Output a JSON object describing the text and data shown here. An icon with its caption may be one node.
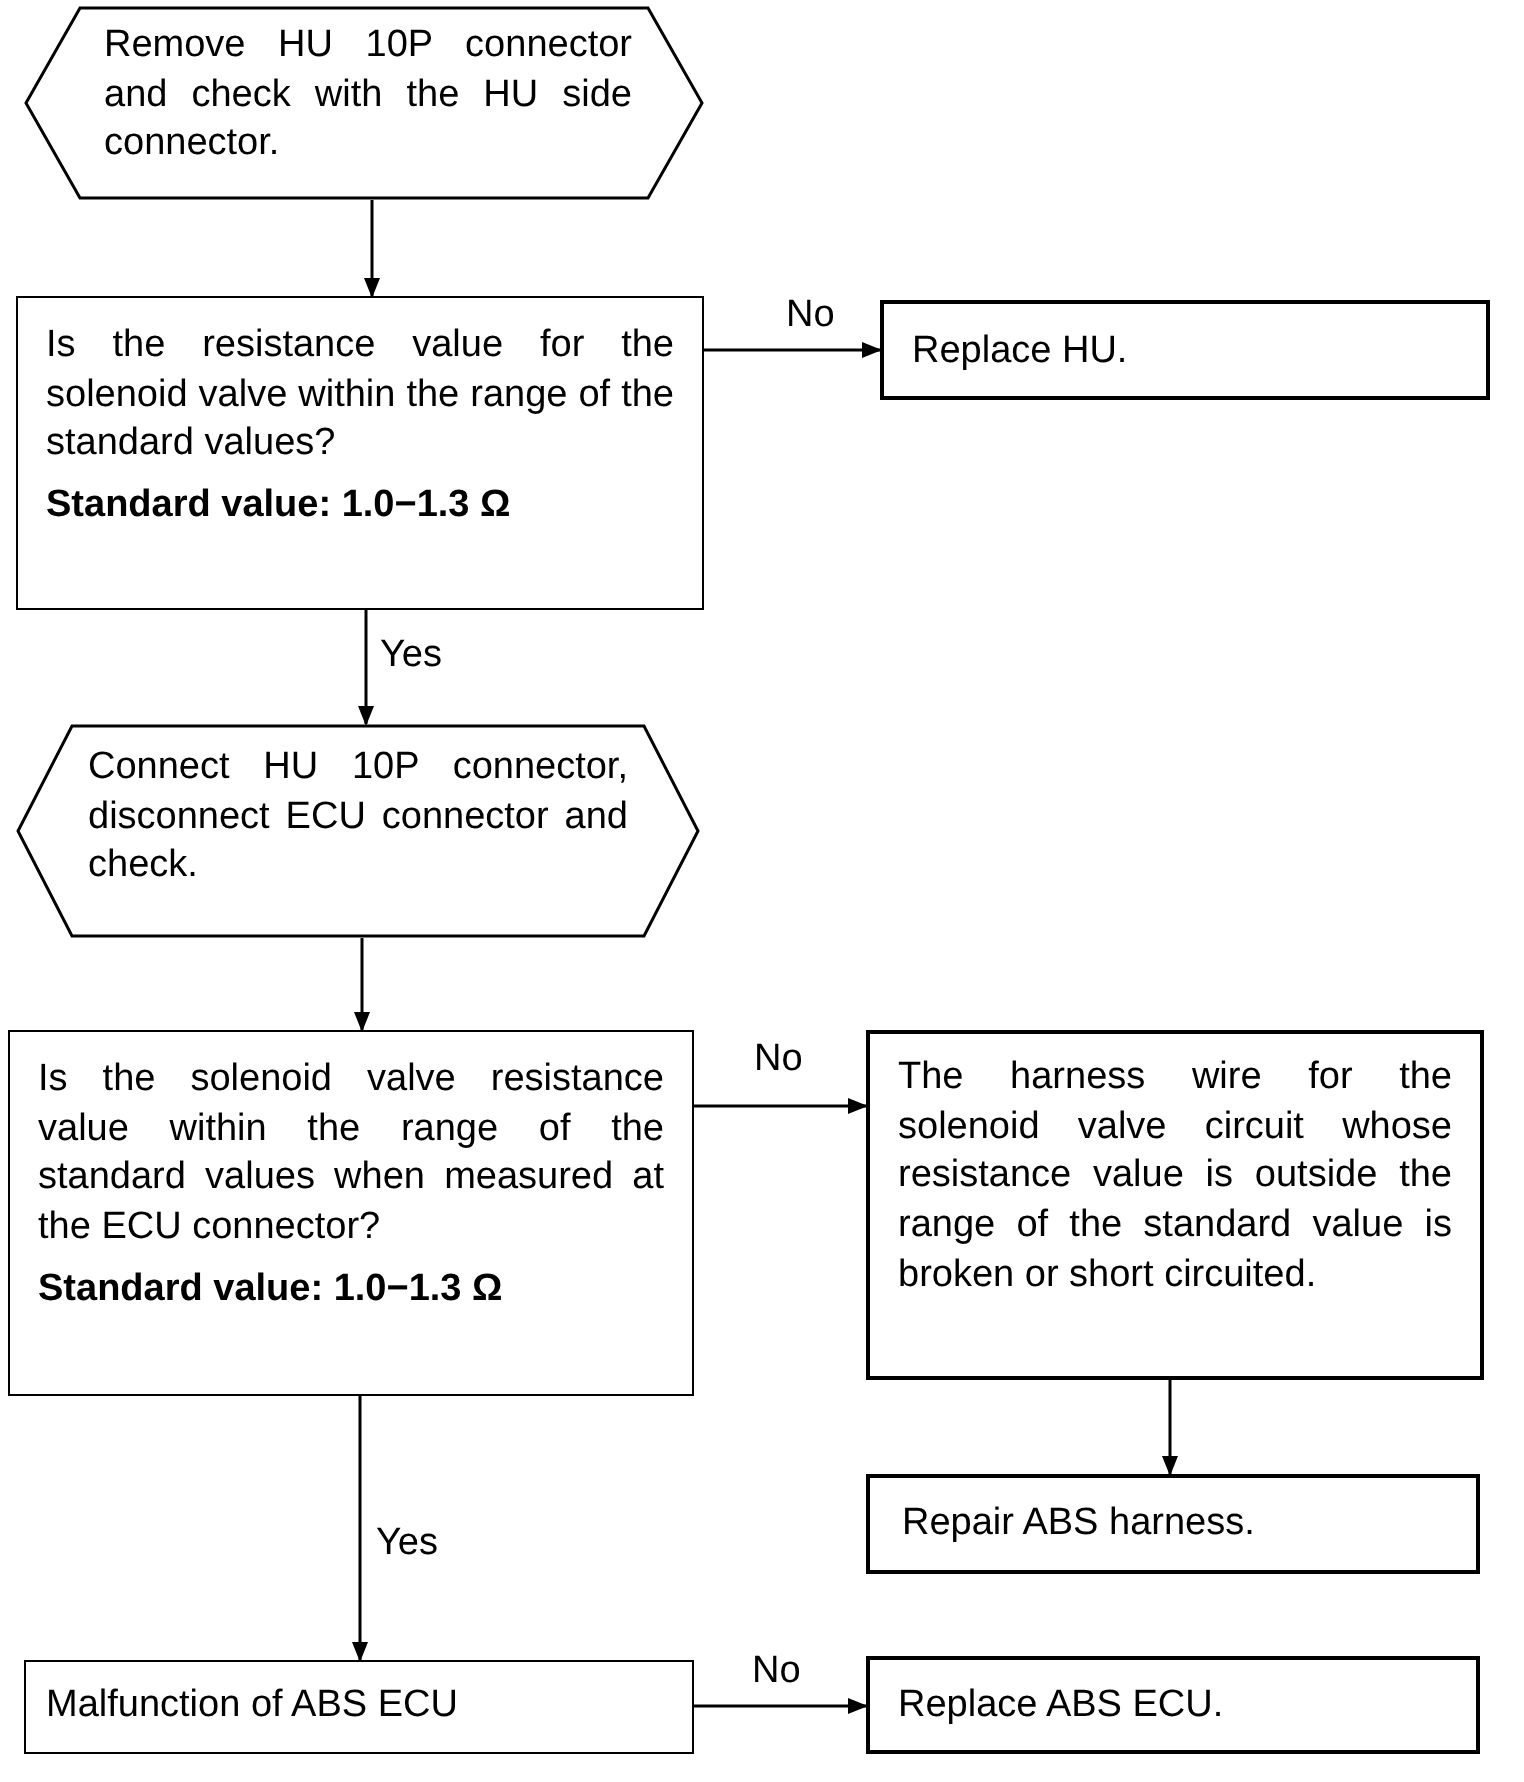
{
  "diagram": {
    "nodes": [
      {
        "text": [
          "Remove HU 10P connector and check with the HU side connector."
        ]
      },
      {
        "text": [
          "Is the resistance value for the solenoid valve within the range of the standard values?",
          "Standard value: 1.0−1.3 Ω"
        ]
      },
      {
        "text": [
          "Replace HU."
        ]
      },
      {
        "text": [
          "Connect HU 10P connector, disconnect ECU connector and check."
        ]
      },
      {
        "text": [
          "Is the solenoid valve resistance value within the range of the standard values when measured at the ECU connector?",
          "Standard value: 1.0−1.3 Ω"
        ]
      },
      {
        "text": [
          "The harness wire for the solenoid valve circuit whose resistance value is outside the range of the standard value is broken or short circuited."
        ]
      },
      {
        "text": [
          "Repair ABS harness."
        ]
      },
      {
        "text": [
          "Malfunction of ABS ECU"
        ]
      },
      {
        "text": [
          "Replace ABS ECU."
        ]
      }
    ],
    "edges": [
      {
        "from": 0,
        "to": 1,
        "arrow": "to"
      },
      {
        "from": 1,
        "to": 2,
        "arrow": "to",
        "label": "No"
      },
      {
        "from": 1,
        "to": 3,
        "arrow": "to",
        "label": "Yes"
      },
      {
        "from": 3,
        "to": 4,
        "arrow": "to"
      },
      {
        "from": 4,
        "to": 5,
        "arrow": "to",
        "label": "No"
      },
      {
        "from": 5,
        "to": 6,
        "arrow": "to"
      },
      {
        "from": 4,
        "to": 7,
        "arrow": "to",
        "label": "Yes"
      },
      {
        "from": 7,
        "to": 8,
        "arrow": "to",
        "label": "No"
      }
    ]
  }
}
